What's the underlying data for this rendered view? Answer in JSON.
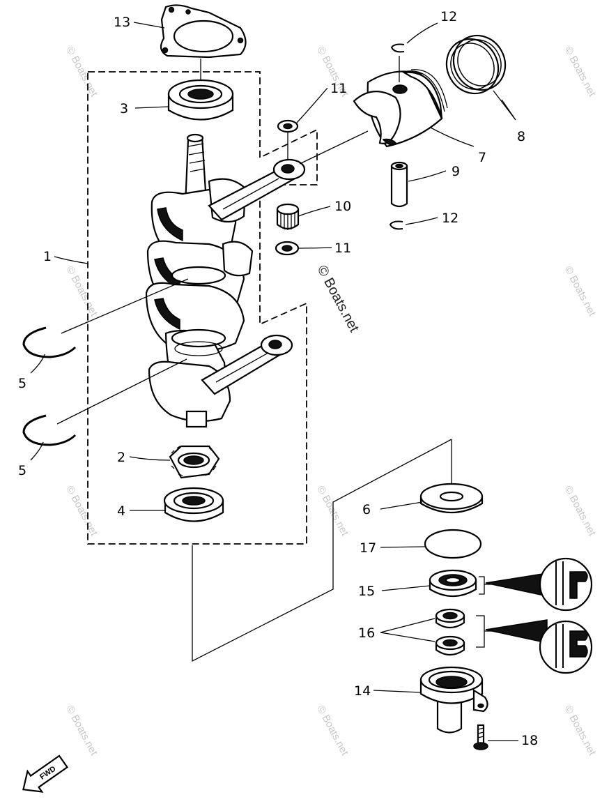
{
  "watermark": {
    "text": "© Boats.net"
  },
  "fwd_label": "FWD",
  "callouts": [
    {
      "id": "1",
      "label": "1"
    },
    {
      "id": "2",
      "label": "2"
    },
    {
      "id": "3",
      "label": "3"
    },
    {
      "id": "4",
      "label": "4"
    },
    {
      "id": "5a",
      "label": "5"
    },
    {
      "id": "5b",
      "label": "5"
    },
    {
      "id": "6",
      "label": "6"
    },
    {
      "id": "7",
      "label": "7"
    },
    {
      "id": "8",
      "label": "8"
    },
    {
      "id": "9",
      "label": "9"
    },
    {
      "id": "10",
      "label": "10"
    },
    {
      "id": "11a",
      "label": "11"
    },
    {
      "id": "11b",
      "label": "11"
    },
    {
      "id": "12a",
      "label": "12"
    },
    {
      "id": "12b",
      "label": "12"
    },
    {
      "id": "13",
      "label": "13"
    },
    {
      "id": "14",
      "label": "14"
    },
    {
      "id": "15",
      "label": "15"
    },
    {
      "id": "16",
      "label": "16"
    },
    {
      "id": "17",
      "label": "17"
    },
    {
      "id": "18",
      "label": "18"
    }
  ]
}
